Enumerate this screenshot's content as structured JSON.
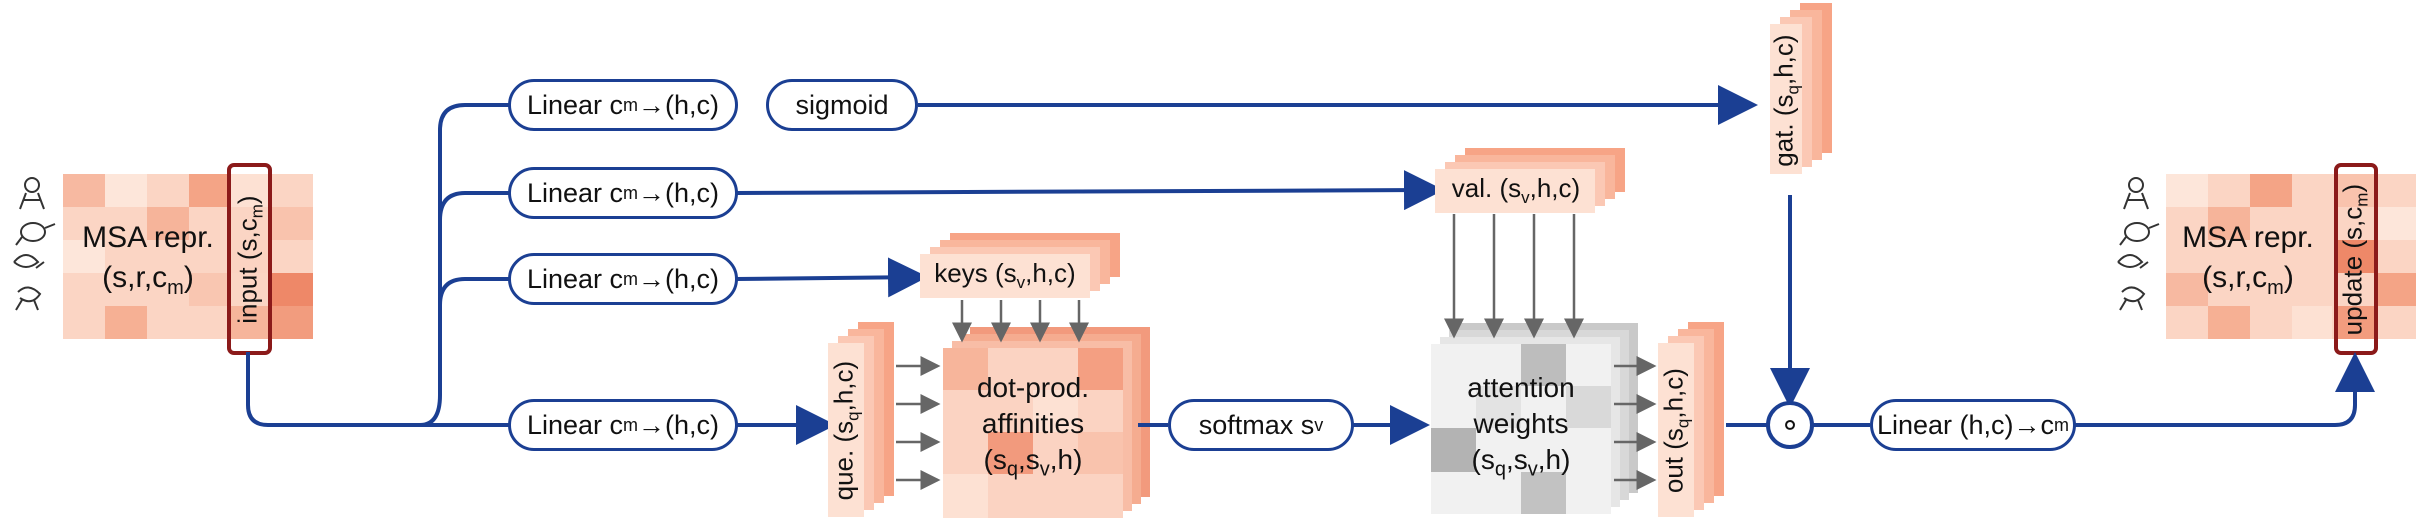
{
  "colors": {
    "wire": "#1b3f93",
    "highlight_box": "#8b1a1a",
    "grey_arrow": "#666666",
    "heat_light": "#fde3d6",
    "heat_dark": "#ef8a6e"
  },
  "input_block": {
    "title": "MSA repr.",
    "shape_main": "(s,r,c",
    "shape_sub": "m",
    "shape_end": ")",
    "slot_label": "input (s,c",
    "slot_sub": "m",
    "slot_end": ")"
  },
  "output_block": {
    "title": "MSA repr.",
    "shape_main": "(s,r,c",
    "shape_sub": "m",
    "shape_end": ")",
    "slot_label": "update (s,c",
    "slot_sub": "m",
    "slot_end": ")"
  },
  "linear_pills": [
    {
      "main": "Linear c",
      "sub": "m",
      "end": "→(h,c)"
    },
    {
      "main": "Linear c",
      "sub": "m",
      "end": "→(h,c)"
    },
    {
      "main": "Linear c",
      "sub": "m",
      "end": "→(h,c)"
    },
    {
      "main": "Linear c",
      "sub": "m",
      "end": "→(h,c)"
    }
  ],
  "sigmoid_pill": "sigmoid",
  "softmax_pill": {
    "main": "softmax s",
    "sub": "v"
  },
  "final_linear_pill": {
    "main": "Linear (h,c)→c",
    "sub": "m"
  },
  "gating_op": "∘",
  "tensors": {
    "gate": {
      "main": "gat. (s",
      "sub": "q",
      "end": ",h,c)"
    },
    "values": {
      "main": "val. (s",
      "sub": "v",
      "end": ",h,c)"
    },
    "keys": {
      "main": "keys (s",
      "sub": "v",
      "end": ",h,c)"
    },
    "queries": {
      "main": "que. (s",
      "sub": "q",
      "end": ",h,c)"
    },
    "output": {
      "main": "out (s",
      "sub": "q",
      "end": ",h,c)"
    }
  },
  "affinities": {
    "line1": "dot-prod.",
    "line2": "affinities",
    "line3_a": "(s",
    "line3_sub1": "q",
    "line3_b": ",s",
    "line3_sub2": "v",
    "line3_c": ",h)"
  },
  "attention": {
    "line1": "attention",
    "line2": "weights",
    "line3_a": "(s",
    "line3_sub1": "q",
    "line3_b": ",s",
    "line3_sub2": "v",
    "line3_c": ",h)"
  }
}
